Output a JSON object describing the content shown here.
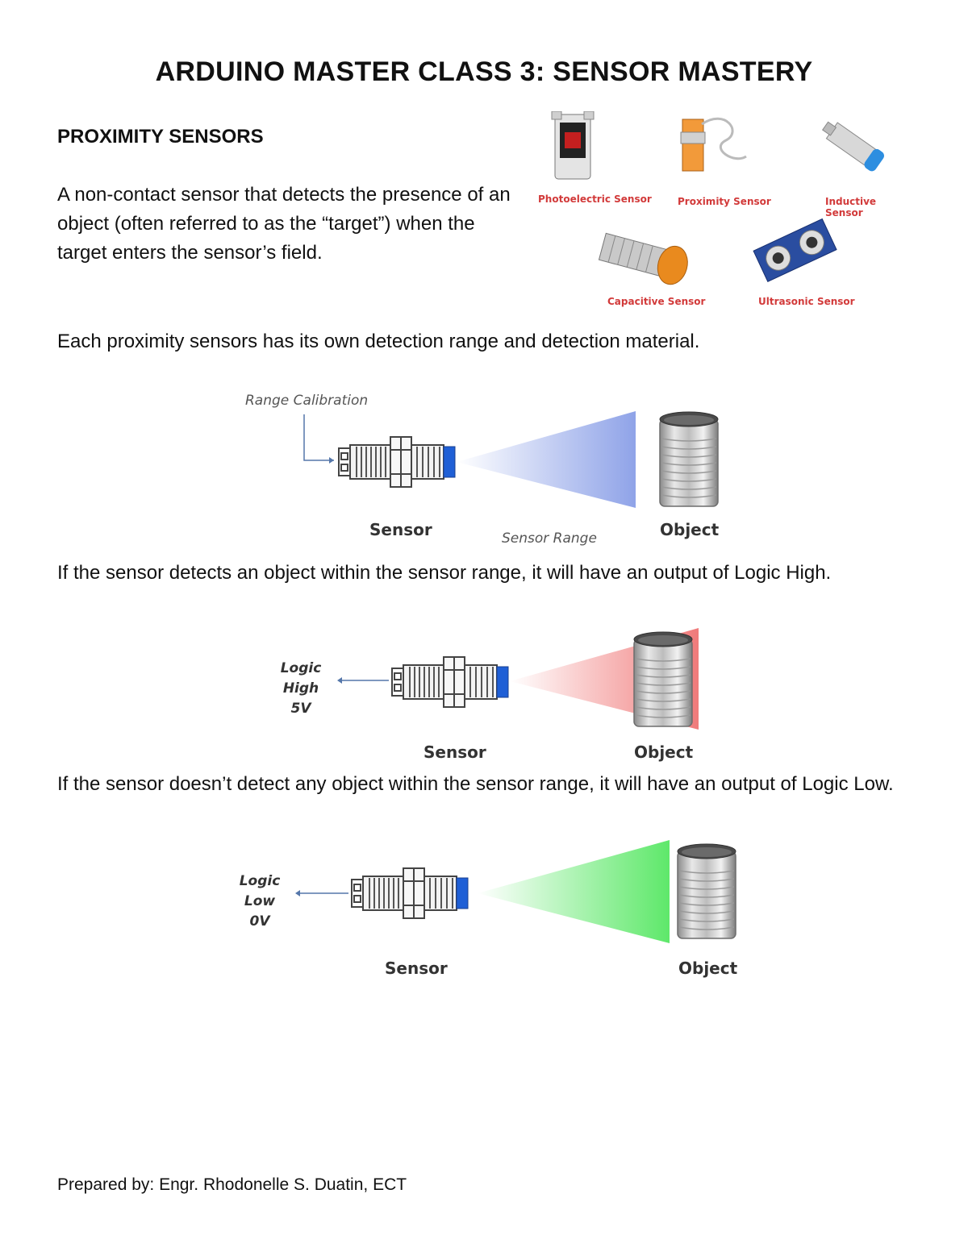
{
  "title": "ARDUINO MASTER CLASS 3: SENSOR MASTERY",
  "section_heading": "PROXIMITY SENSORS",
  "paragraphs": {
    "definition": "A non-contact sensor that detects the presence of an object (often referred to as the “target”) when the target enters the sensor’s field.",
    "range_note": "Each proximity sensors has its own detection range and detection material.",
    "logic_high": "If the sensor detects an object within the sensor range, it will have an output of Logic High.",
    "logic_low": "If the sensor doesn’t detect any object within the sensor range, it will have an output of Logic Low."
  },
  "sensor_types": {
    "photoelectric": "Photoelectric Sensor",
    "proximity": "Proximity Sensor",
    "inductive": "Inductive Sensor",
    "capacitive": "Capacitive Sensor",
    "ultrasonic": "Ultrasonic Sensor"
  },
  "figure_range": {
    "calibration": "Range Calibration",
    "sensor": "Sensor",
    "range": "Sensor Range",
    "object": "Object"
  },
  "figure_high": {
    "logic": "Logic High",
    "voltage": "5V",
    "sensor": "Sensor",
    "object": "Object"
  },
  "figure_low": {
    "logic": "Logic Low",
    "voltage": "0V",
    "sensor": "Sensor",
    "object": "Object"
  },
  "colors": {
    "cone_blue": "#8fa3e8",
    "cone_red": "#f07a7a",
    "cone_green": "#5ee86a",
    "sensor_tip": "#1f5fd6",
    "caption_red": "#d23a3a"
  },
  "footer": "Prepared by: Engr. Rhodonelle S. Duatin, ECT"
}
